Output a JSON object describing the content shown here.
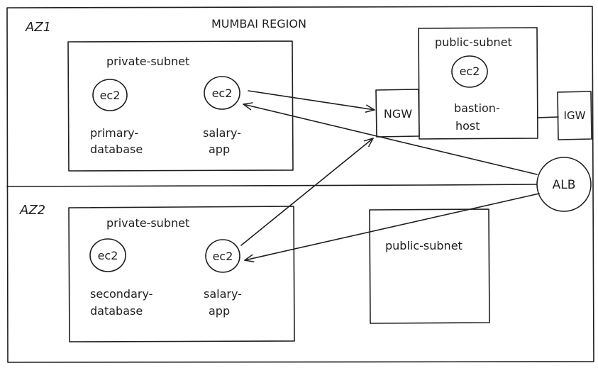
{
  "region": {
    "title": "MUMBAI REGION"
  },
  "az1": {
    "label": "AZ1",
    "private_subnet": {
      "title": "private-subnet",
      "nodes": [
        {
          "ec2": "ec2",
          "name_line1": "primary-",
          "name_line2": "database"
        },
        {
          "ec2": "ec2",
          "name_line1": "salary-",
          "name_line2": "app"
        }
      ]
    },
    "public_subnet": {
      "title": "public-subnet",
      "ec2": "ec2",
      "name_line1": "bastion-",
      "name_line2": "host"
    }
  },
  "az2": {
    "label": "AZ2",
    "private_subnet": {
      "title": "private-subnet",
      "nodes": [
        {
          "ec2": "ec2",
          "name_line1": "secondary-",
          "name_line2": "database"
        },
        {
          "ec2": "ec2",
          "name_line1": "salary-",
          "name_line2": "app"
        }
      ]
    },
    "public_subnet": {
      "title": "public-subnet"
    }
  },
  "ngw": {
    "label": "NGW"
  },
  "igw": {
    "label": "IGW"
  },
  "alb": {
    "label": "ALB"
  }
}
